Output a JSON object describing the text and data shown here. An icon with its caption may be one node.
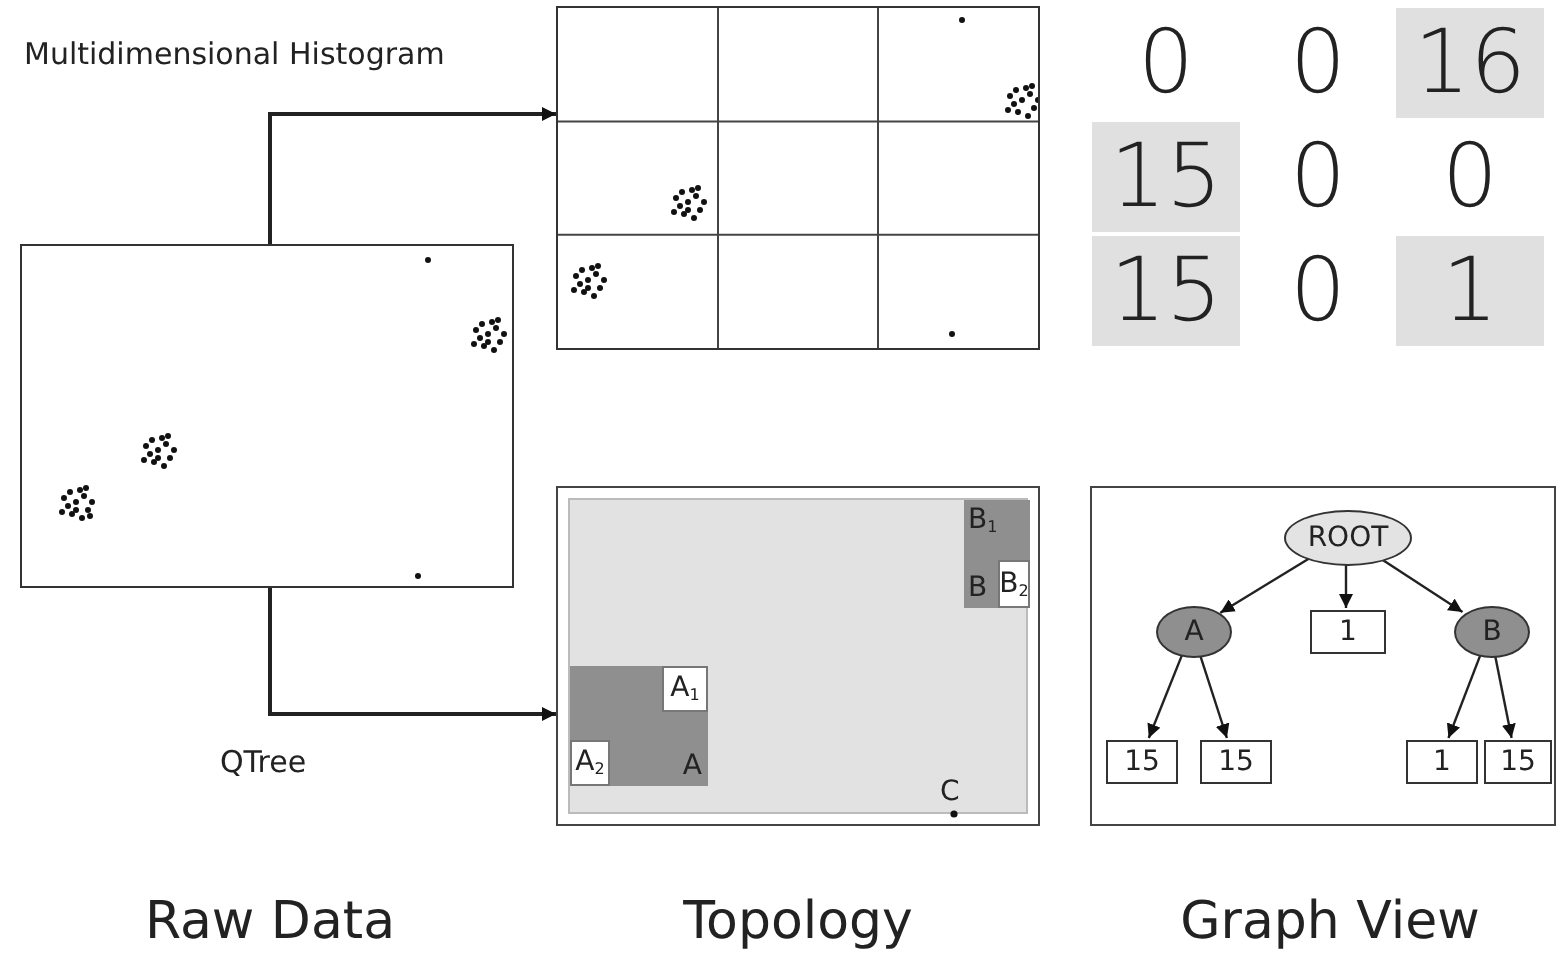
{
  "diagram": {
    "nodes": [
      {
        "text": [],
        "shape": "picture"
      },
      {
        "text": [],
        "shape": "picture"
      },
      {
        "text": [],
        "shape": "picture"
      },
      {
        "text": [
          "A"
        ],
        "in": 2
      },
      {
        "text": [
          "A$_{1}$"
        ],
        "in": 3
      },
      {
        "text": [
          "A$_{2}$"
        ],
        "in": 3
      },
      {
        "text": [
          "B$_{1}$",
          "B"
        ],
        "in": 2
      },
      {
        "text": [
          "B$_{2}$"
        ],
        "in": 6
      },
      {
        "text": [],
        "shape": "box"
      },
      {
        "text": [
          "ROOT"
        ],
        "in": 8
      },
      {
        "text": [
          "A"
        ],
        "in": 8
      },
      {
        "text": [
          "1"
        ],
        "in": 8
      },
      {
        "text": [
          "B"
        ],
        "in": 8
      },
      {
        "text": [
          "15"
        ],
        "in": 8
      },
      {
        "text": [
          "15"
        ],
        "in": 8
      },
      {
        "text": [
          "1"
        ],
        "in": 8
      },
      {
        "text": [
          "15"
        ],
        "in": 8
      }
    ],
    "edges": [
      {
        "from": 0,
        "to": 1,
        "arrow": "to",
        "label": "Multidimensional Histogram"
      },
      {
        "from": 0,
        "to": 2,
        "arrow": "to",
        "label": "QTree"
      },
      {
        "from": 9,
        "to": 10,
        "arrow": "to"
      },
      {
        "from": 9,
        "to": 11,
        "arrow": "to"
      },
      {
        "from": 9,
        "to": 12,
        "arrow": "to"
      },
      {
        "from": 10,
        "to": 13,
        "arrow": "to"
      },
      {
        "from": 10,
        "to": 14,
        "arrow": "to"
      },
      {
        "from": 12,
        "to": 15,
        "arrow": "to"
      },
      {
        "from": 12,
        "to": 16,
        "arrow": "to"
      }
    ],
    "labels": [
      "C",
      "0",
      "0",
      "16",
      "15",
      "0",
      "0",
      "15",
      "0",
      "1",
      "Raw Data",
      "Topology",
      "Graph View"
    ]
  }
}
